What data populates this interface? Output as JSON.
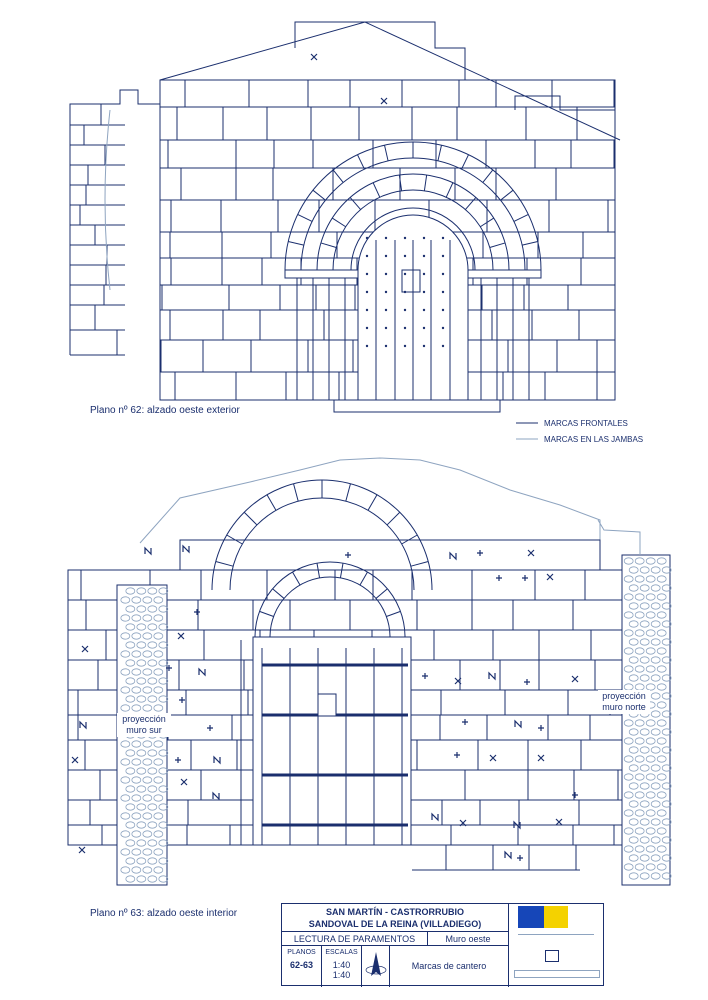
{
  "plan_62": {
    "caption": "Plano nº 62: alzado oeste exterior"
  },
  "legend": {
    "frontal": "MARCAS FRONTALES",
    "jambas": "MARCAS EN LAS JAMBAS",
    "colors": {
      "frontal": "#1b2f6e",
      "jambas": "#8ea4c0"
    }
  },
  "plan_63": {
    "caption": "Plano nº 63: alzado oeste interior",
    "proj_south": [
      "proyección",
      "muro sur"
    ],
    "proj_north": [
      "proyección",
      "muro norte"
    ]
  },
  "title_block": {
    "line1": "SAN MARTÍN - CASTRORRUBIO",
    "line2": "SANDOVAL DE LA REINA (VILLADIEGO)",
    "subject": "LECTURA DE PARAMENTOS",
    "wall": "Muro oeste",
    "planos_label": "PLANOS",
    "planos_value": "62-63",
    "escalas_label": "ESCALAS",
    "escala_1": "1:40",
    "escala_2": "1:40",
    "description": "Marcas de cantero",
    "logo_colors": {
      "blue": "#1646b8",
      "yellow": "#f4d200"
    }
  },
  "colors": {
    "line": "#1b2f6e",
    "light": "#8ea4c0"
  }
}
